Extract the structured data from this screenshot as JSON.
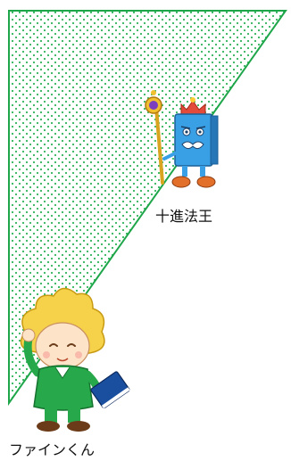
{
  "characters": {
    "king": {
      "label": "十進法王",
      "icon": "book-king-with-scepter"
    },
    "fine": {
      "label": "ファインくん",
      "icon": "boy-with-book"
    }
  },
  "colors": {
    "triangle_edge": "#1fa64a",
    "dot_fill": "#2fb55a",
    "king_body": "#3aa0e6",
    "king_crown": "#e24b3c",
    "boy_hair": "#f6d24a",
    "boy_clothes": "#27a84a",
    "book": "#1a4fa0"
  }
}
